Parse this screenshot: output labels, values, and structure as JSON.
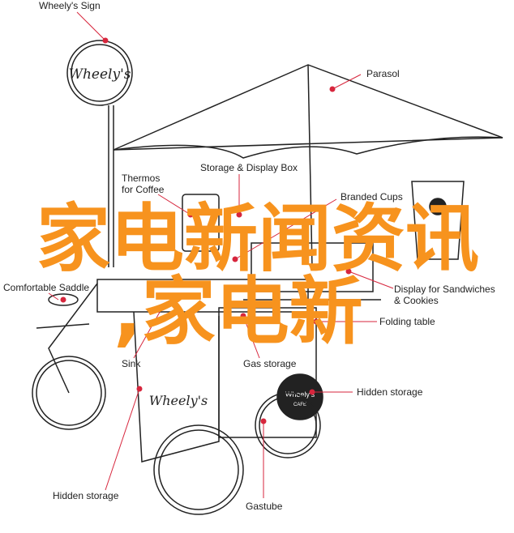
{
  "labels": {
    "sign": "Wheely's Sign",
    "parasol": "Parasol",
    "storage_box": "Storage & Display Box",
    "thermos_1": "Thermos",
    "thermos_2": "for Coffee",
    "cups": "Branded Cups",
    "saddle": "Comfortable Saddle",
    "sink": "Sink",
    "display_1": "Display for Sandwiches",
    "display_2": "& Cookies",
    "gas_storage": "Gas storage",
    "folding_table": "Folding table",
    "hidden_storage_right": "Hidden storage",
    "hidden_storage_left": "Hidden storage",
    "gastube": "Gastube"
  },
  "logos": {
    "sign": "Wheely's",
    "cart_side": "Wheely's",
    "cafe_badge": "Wheely's CAFE"
  },
  "overlay": {
    "line1": "家电新闻资讯",
    "line2": ",家电新"
  },
  "colors": {
    "overlay": "#f7931e",
    "marker": "#d7263d",
    "line": "#222222"
  }
}
